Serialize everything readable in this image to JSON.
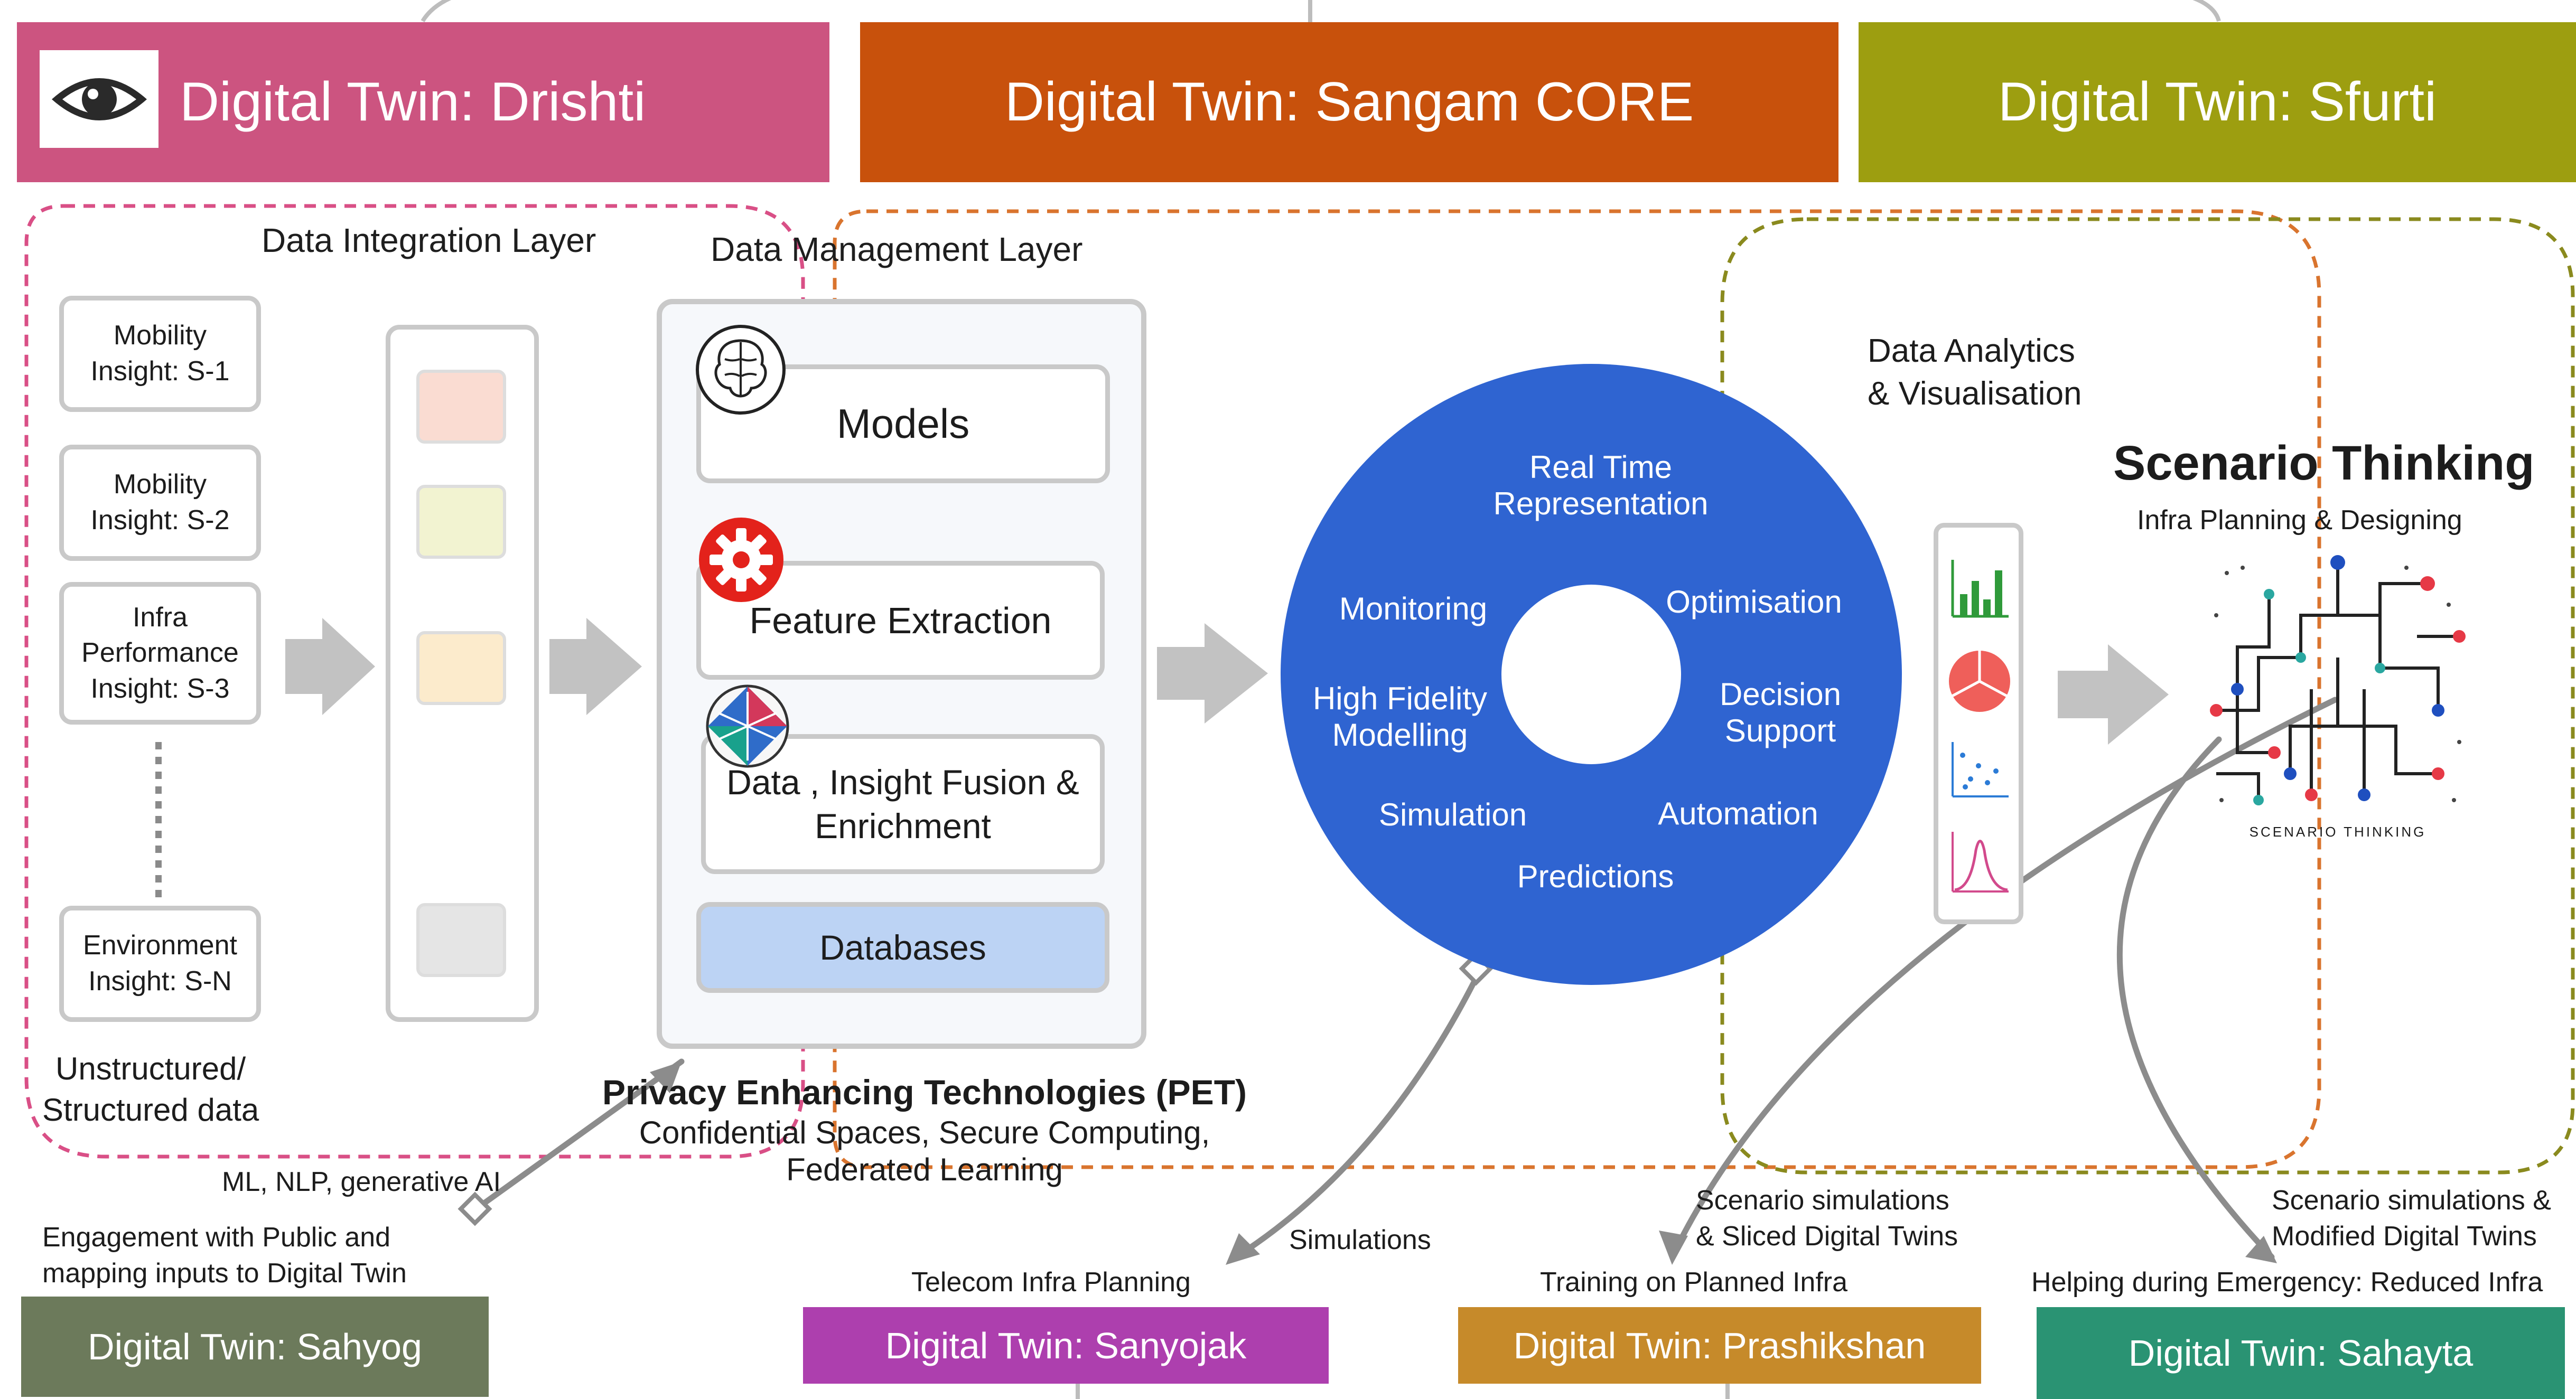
{
  "colors": {
    "drishti": "#cc5480",
    "sangam": "#c8510c",
    "sfurti": "#9d9e10",
    "sahyog": "#6c7a5b",
    "sanyojak": "#ad3fae",
    "prashikshan": "#c68a2a",
    "sahayta": "#2a9373",
    "core_circle": "#2f64d1",
    "databases": "#bcd3f4"
  },
  "banners": {
    "drishti": "Digital Twin: Drishti",
    "sangam": "Digital Twin: Sangam CORE",
    "sfurti": "Digital Twin: Sfurti"
  },
  "integration": {
    "title": "Data Integration Layer",
    "insights": [
      "Mobility\nInsight: S-1",
      "Mobility\nInsight: S-2",
      "Infra\nPerformance\nInsight: S-3",
      "Environment\nInsight: S-N"
    ],
    "data_note": "Unstructured/\nStructured data",
    "ml_note": "ML, NLP, generative AI"
  },
  "management": {
    "title": "Data Management Layer",
    "models": "Models",
    "feature_extraction": "Feature Extraction",
    "fusion": "Data , Insight Fusion &\nEnrichment",
    "databases": "Databases"
  },
  "pet": {
    "title": "Privacy Enhancing Technologies (PET)",
    "line1": "Confidential Spaces, Secure Computing,",
    "line2": "Federated Learning"
  },
  "core": {
    "labels": [
      "Real Time\nRepresentation",
      "Monitoring",
      "Optimisation",
      "High Fidelity\nModelling",
      "Decision\nSupport",
      "Simulation",
      "Automation",
      "Predictions"
    ]
  },
  "analytics": {
    "title": "Data Analytics\n& Visualisation",
    "icons": [
      "bar-chart-icon",
      "pie-chart-icon",
      "scatter-plot-icon",
      "distribution-curve-icon"
    ]
  },
  "scenario": {
    "title": "Scenario Thinking",
    "subtitle": "Infra Planning & Designing",
    "caption": "SCENARIO THINKING"
  },
  "annotations": {
    "engagement": "Engagement with Public and\nmapping inputs to Digital Twin",
    "simulations": "Simulations",
    "telecom": "Telecom Infra Planning",
    "scenario_sliced": "Scenario simulations\n& Sliced Digital Twins",
    "training": "Training on Planned Infra",
    "scenario_modified": "Scenario simulations &\nModified Digital Twins",
    "emergency": "Helping during Emergency: Reduced Infra"
  },
  "bottom": {
    "sahyog": "Digital Twin: Sahyog",
    "sanyojak": "Digital Twin: Sanyojak",
    "prashikshan": "Digital Twin: Prashikshan",
    "sahayta": "Digital Twin: Sahayta"
  }
}
